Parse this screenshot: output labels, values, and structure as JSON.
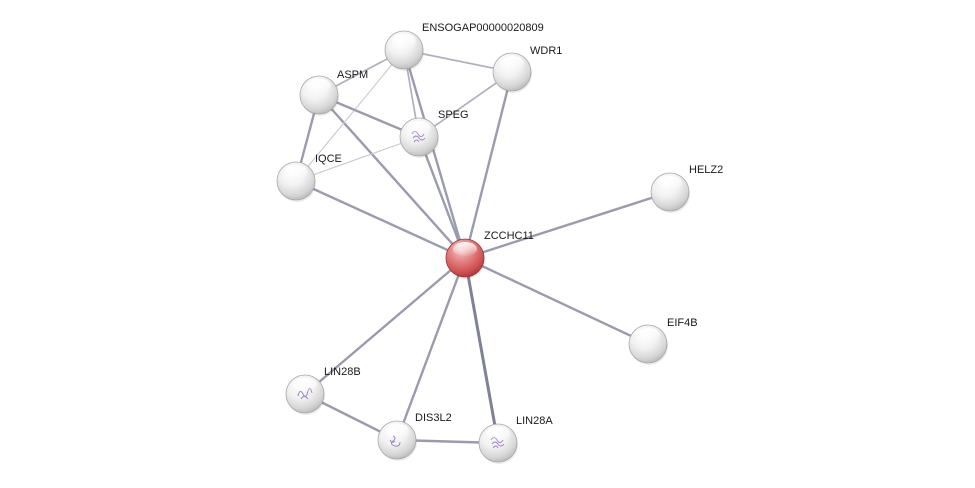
{
  "network": {
    "query_color": "#d9534f",
    "node_color": "#e8e8e8",
    "edge_color": "#9a9cae",
    "nodes": [
      {
        "id": "ZCCHC11",
        "label": "ZCCHC11",
        "query": true,
        "structure": false
      },
      {
        "id": "ENSOGAP00000020809",
        "label": "ENSOGAP00000020809",
        "query": false,
        "structure": false
      },
      {
        "id": "WDR1",
        "label": "WDR1",
        "query": false,
        "structure": false
      },
      {
        "id": "ASPM",
        "label": "ASPM",
        "query": false,
        "structure": false
      },
      {
        "id": "SPEG",
        "label": "SPEG",
        "query": false,
        "structure": true
      },
      {
        "id": "IQCE",
        "label": "IQCE",
        "query": false,
        "structure": false
      },
      {
        "id": "HELZ2",
        "label": "HELZ2",
        "query": false,
        "structure": false
      },
      {
        "id": "EIF4B",
        "label": "EIF4B",
        "query": false,
        "structure": false
      },
      {
        "id": "LIN28B",
        "label": "LIN28B",
        "query": false,
        "structure": true
      },
      {
        "id": "DIS3L2",
        "label": "DIS3L2",
        "query": false,
        "structure": true
      },
      {
        "id": "LIN28A",
        "label": "LIN28A",
        "query": false,
        "structure": true
      }
    ],
    "edges": [
      {
        "source": "ZCCHC11",
        "target": "ENSOGAP00000020809",
        "weight": "strong"
      },
      {
        "source": "ZCCHC11",
        "target": "WDR1",
        "weight": "strong"
      },
      {
        "source": "ZCCHC11",
        "target": "ASPM",
        "weight": "strong"
      },
      {
        "source": "ZCCHC11",
        "target": "SPEG",
        "weight": "strong"
      },
      {
        "source": "ZCCHC11",
        "target": "IQCE",
        "weight": "strong"
      },
      {
        "source": "ZCCHC11",
        "target": "HELZ2",
        "weight": "strong"
      },
      {
        "source": "ZCCHC11",
        "target": "EIF4B",
        "weight": "strong"
      },
      {
        "source": "ZCCHC11",
        "target": "LIN28B",
        "weight": "strong"
      },
      {
        "source": "ZCCHC11",
        "target": "DIS3L2",
        "weight": "strong"
      },
      {
        "source": "ZCCHC11",
        "target": "LIN28A",
        "weight": "very-strong"
      },
      {
        "source": "ENSOGAP00000020809",
        "target": "WDR1",
        "weight": "medium"
      },
      {
        "source": "ENSOGAP00000020809",
        "target": "ASPM",
        "weight": "medium"
      },
      {
        "source": "ENSOGAP00000020809",
        "target": "SPEG",
        "weight": "medium"
      },
      {
        "source": "ENSOGAP00000020809",
        "target": "IQCE",
        "weight": "weak"
      },
      {
        "source": "WDR1",
        "target": "SPEG",
        "weight": "medium"
      },
      {
        "source": "ASPM",
        "target": "SPEG",
        "weight": "strong"
      },
      {
        "source": "ASPM",
        "target": "IQCE",
        "weight": "strong"
      },
      {
        "source": "SPEG",
        "target": "IQCE",
        "weight": "weak"
      },
      {
        "source": "LIN28B",
        "target": "DIS3L2",
        "weight": "strong"
      },
      {
        "source": "DIS3L2",
        "target": "LIN28A",
        "weight": "strong"
      }
    ]
  }
}
